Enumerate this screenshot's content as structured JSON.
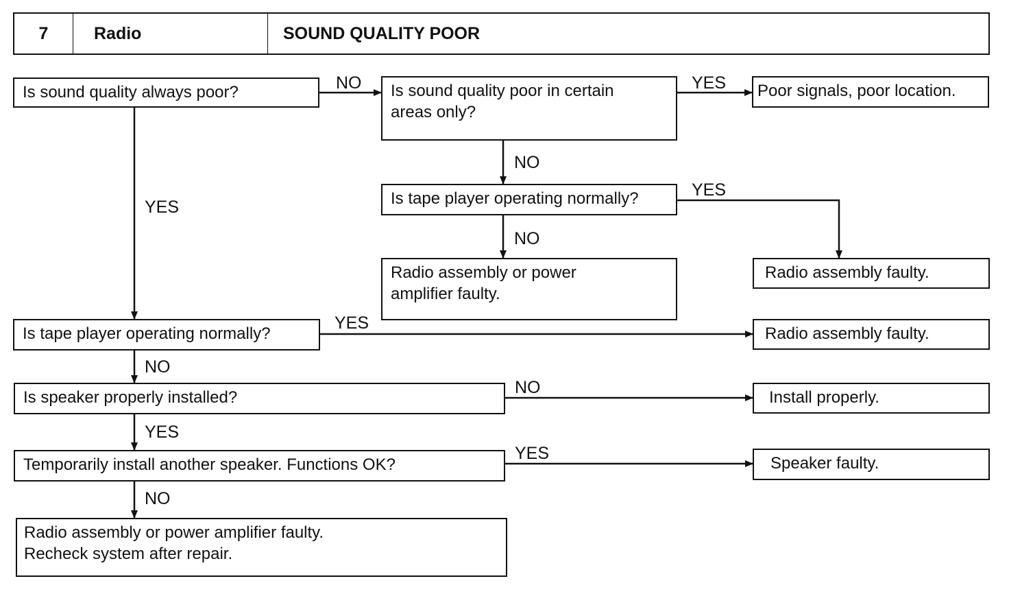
{
  "header": {
    "number": "7",
    "system": "Radio",
    "title": "SOUND QUALITY POOR"
  },
  "boxes": {
    "q_always_poor": "Is sound quality always poor?",
    "q_certain_areas": "Is sound quality poor in certain\nareas only?",
    "r_poor_signals": "Poor signals, poor location.",
    "q_tape_normal_upper": "Is tape player operating normally?",
    "r_radio_amp_faulty_upper": "Radio assembly or power\namplifier faulty.",
    "r_radio_faulty_upper": "Radio assembly faulty.",
    "q_tape_normal_lower": "Is tape player operating normally?",
    "r_radio_faulty_lower": "Radio assembly faulty.",
    "q_speaker_installed": "Is speaker properly installed?",
    "r_install_properly": "Install properly.",
    "q_temp_speaker": "Temporarily install another speaker. Functions OK?",
    "r_speaker_faulty": "Speaker faulty.",
    "r_radio_amp_recheck": "Radio assembly or power amplifier faulty.\nRecheck system after repair."
  },
  "labels": {
    "always_no": "NO",
    "always_yes": "YES",
    "areas_yes": "YES",
    "areas_no": "NO",
    "tape_upper_yes": "YES",
    "tape_upper_no": "NO",
    "tape_lower_yes": "YES",
    "tape_lower_no": "NO",
    "speaker_no": "NO",
    "speaker_yes": "YES",
    "temp_yes": "YES",
    "temp_no": "NO"
  }
}
